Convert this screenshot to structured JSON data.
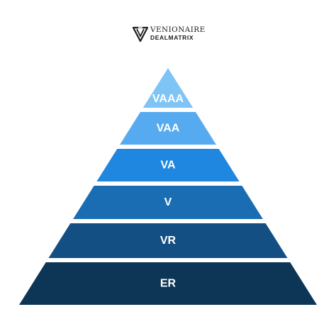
{
  "logo": {
    "line1": "VENIONAIRE",
    "line2": "DEALMATRIX"
  },
  "tiers": [
    {
      "label": "VAAA",
      "color": "#7ec4f5"
    },
    {
      "label": "VAA",
      "color": "#55aaf0"
    },
    {
      "label": "VA",
      "color": "#1f87df"
    },
    {
      "label": "V",
      "color": "#1b6db3"
    },
    {
      "label": "VR",
      "color": "#134f82"
    },
    {
      "label": "ER",
      "color": "#0c3556"
    }
  ]
}
